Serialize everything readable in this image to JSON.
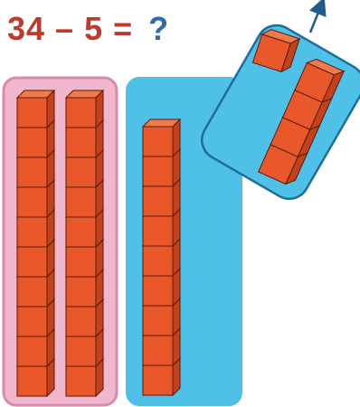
{
  "equation": {
    "text": "34 – 5 = ",
    "question_mark": "?",
    "text_color": "#c0392b",
    "question_color": "#2b6cb0"
  },
  "colors": {
    "tens_group_fill": "#f0b7cd",
    "tens_group_stroke": "#d98aae",
    "ones_group_fill": "#4fc0e8",
    "ones_group_stroke": "#1e6e9c",
    "cube_fill": "#e9582a",
    "cube_top": "#f07a4b",
    "cube_side": "#c1421c",
    "cube_edge": "#5a1a08",
    "arrow": "#1e5a8a"
  },
  "blocks": {
    "tens_group_rods": 2,
    "ones_group_rods": 1,
    "cubes_per_rod": 10,
    "moved_rod_cubes": 4,
    "moved_single_cubes": 1
  }
}
